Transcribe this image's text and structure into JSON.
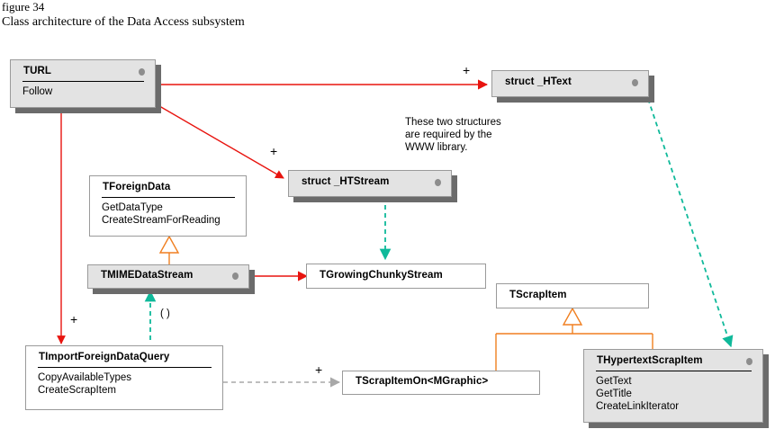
{
  "caption": {
    "figure": "figure 34",
    "title": "Class architecture of the Data Access subsystem"
  },
  "colors": {
    "association": "#e8140f",
    "inheritance": "#f07f20",
    "realization": "#0fb99a",
    "dependency": "#a8a8a8",
    "node_fill_gray": "#e3e3e3",
    "node_fill_white": "#ffffff",
    "node_border": "#9a9a9a",
    "shadow": "#6b6b6b"
  },
  "nodes": {
    "turl": {
      "name": "TURL",
      "ops": [
        "Follow"
      ]
    },
    "htext": {
      "name": "struct _HText",
      "ops": []
    },
    "htstream": {
      "name": "struct _HTStream",
      "ops": []
    },
    "foreigndata": {
      "name": "TForeignData",
      "ops": [
        "GetDataType",
        "CreateStreamForReading"
      ]
    },
    "mimestream": {
      "name": "TMIMEDataStream",
      "ops": []
    },
    "growing": {
      "name": "TGrowingChunkyStream",
      "ops": []
    },
    "scrapitem": {
      "name": "TScrapItem",
      "ops": []
    },
    "importquery": {
      "name": "TImportForeignDataQuery",
      "ops": [
        "CopyAvailableTypes",
        "CreateScrapItem"
      ]
    },
    "scrapon": {
      "name": "TScrapItemOn<MGraphic>",
      "ops": []
    },
    "hypertext": {
      "name": "THypertextScrapItem",
      "ops": [
        "GetText",
        "GetTitle",
        "CreateLinkIterator"
      ]
    }
  },
  "note": {
    "www": "These two structures\nare required by the\nWWW library."
  },
  "edge_labels": {
    "turl_htext": "+",
    "turl_htstream": "+",
    "turl_importquery": "+",
    "mimestream_iface": "( )",
    "importquery_scrapon": "+"
  },
  "icons": {
    "node_handle": "class-handle-dot"
  }
}
